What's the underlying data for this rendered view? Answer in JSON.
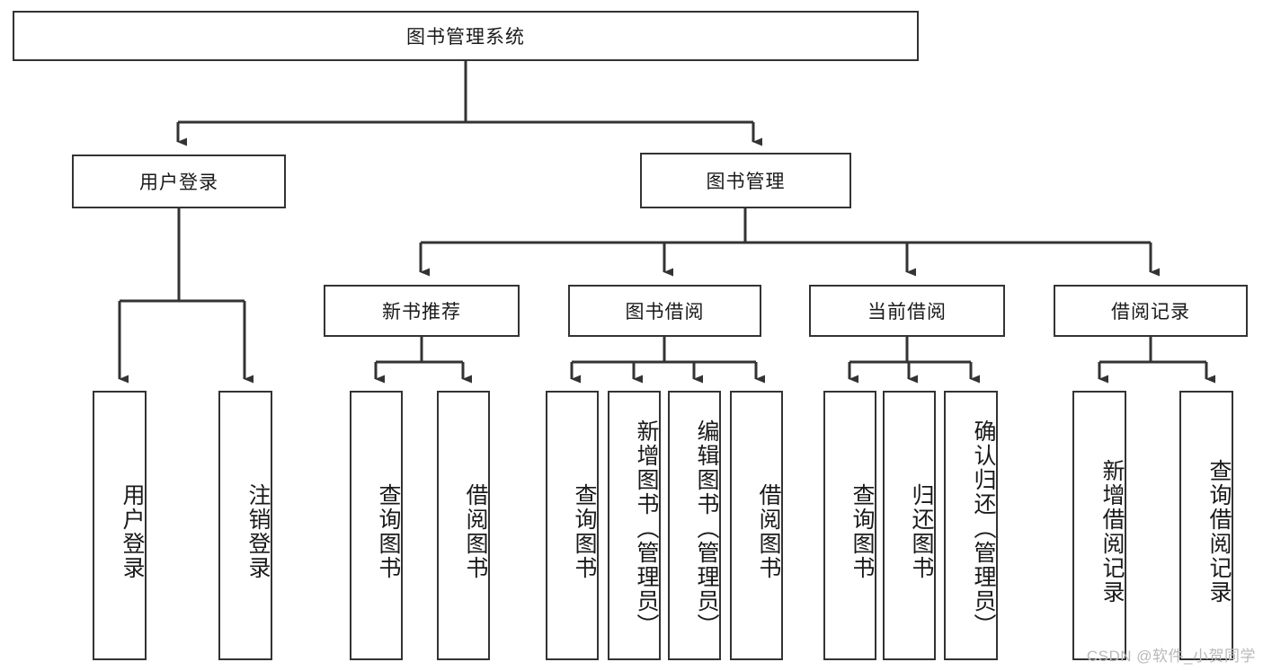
{
  "diagram": {
    "title_node": {
      "label": "图书管理系统"
    },
    "level2": [
      {
        "id": "user-login",
        "label": "用户登录"
      },
      {
        "id": "book-management",
        "label": "图书管理"
      }
    ],
    "level3": [
      {
        "id": "new-book-recommend",
        "label": "新书推荐"
      },
      {
        "id": "book-borrow",
        "label": "图书借阅"
      },
      {
        "id": "current-borrow",
        "label": "当前借阅"
      },
      {
        "id": "borrow-record",
        "label": "借阅记录"
      }
    ],
    "leaves": [
      {
        "id": "leaf-user-login",
        "label": "用户登录"
      },
      {
        "id": "leaf-logout",
        "label": "注销登录"
      },
      {
        "id": "leaf-query-book-1",
        "label": "查询图书"
      },
      {
        "id": "leaf-borrow-book-1",
        "label": "借阅图书"
      },
      {
        "id": "leaf-query-book-2",
        "label": "查询图书"
      },
      {
        "id": "leaf-add-book",
        "label": "新增图书（管理员）"
      },
      {
        "id": "leaf-edit-book",
        "label": "编辑图书（管理员）"
      },
      {
        "id": "leaf-borrow-book-2",
        "label": "借阅图书"
      },
      {
        "id": "leaf-query-book-3",
        "label": "查询图书"
      },
      {
        "id": "leaf-return-book",
        "label": "归还图书"
      },
      {
        "id": "leaf-confirm-return",
        "label": "确认归还（管理员）"
      },
      {
        "id": "leaf-add-record",
        "label": "新增借阅记录"
      },
      {
        "id": "leaf-query-record",
        "label": "查询借阅记录"
      }
    ],
    "watermark": "CSDN @软件_小贺同学",
    "colors": {
      "stroke": "#333333",
      "fill": "#ffffff",
      "text": "#1a1a1a",
      "watermark": "#b9b9b9"
    }
  }
}
